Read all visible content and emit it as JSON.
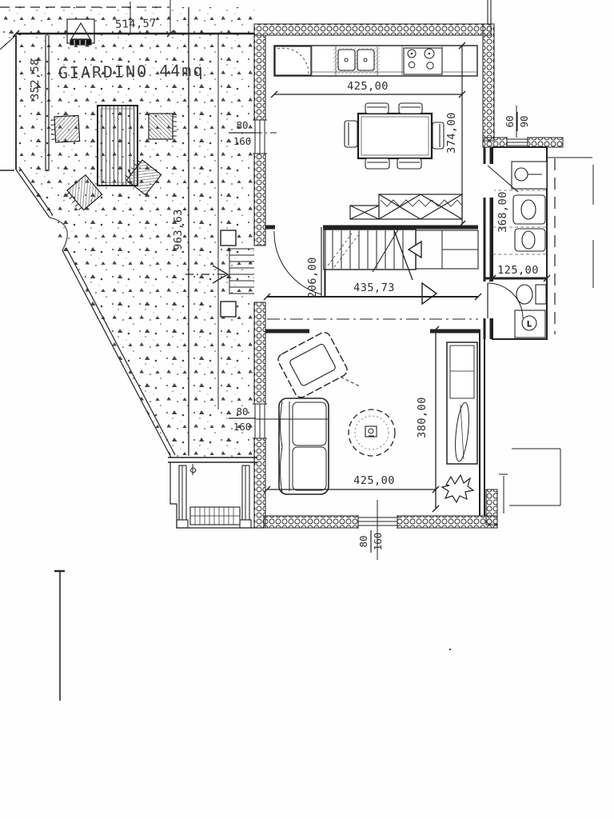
{
  "plan": {
    "garden_label": "GIARDINO 44mq",
    "dims": {
      "garden_top": "514,57",
      "garden_left": "352,58",
      "garden_side": "963,63",
      "kitchen_width": "425,00",
      "dining_depth": "374,00",
      "hall_width": "435,73",
      "hall_depth": "206,00",
      "bath_depth": "368,00",
      "bath_width": "125,00",
      "living_depth": "380,00",
      "living_width": "425,00"
    },
    "windows": {
      "left_top": {
        "w": "80",
        "h": "160"
      },
      "left_bottom": {
        "w": "80",
        "h": "160"
      },
      "bottom": {
        "w": "80",
        "h": "160"
      },
      "bath": {
        "w": "60",
        "h": "90"
      }
    },
    "washer_letter": "L"
  }
}
